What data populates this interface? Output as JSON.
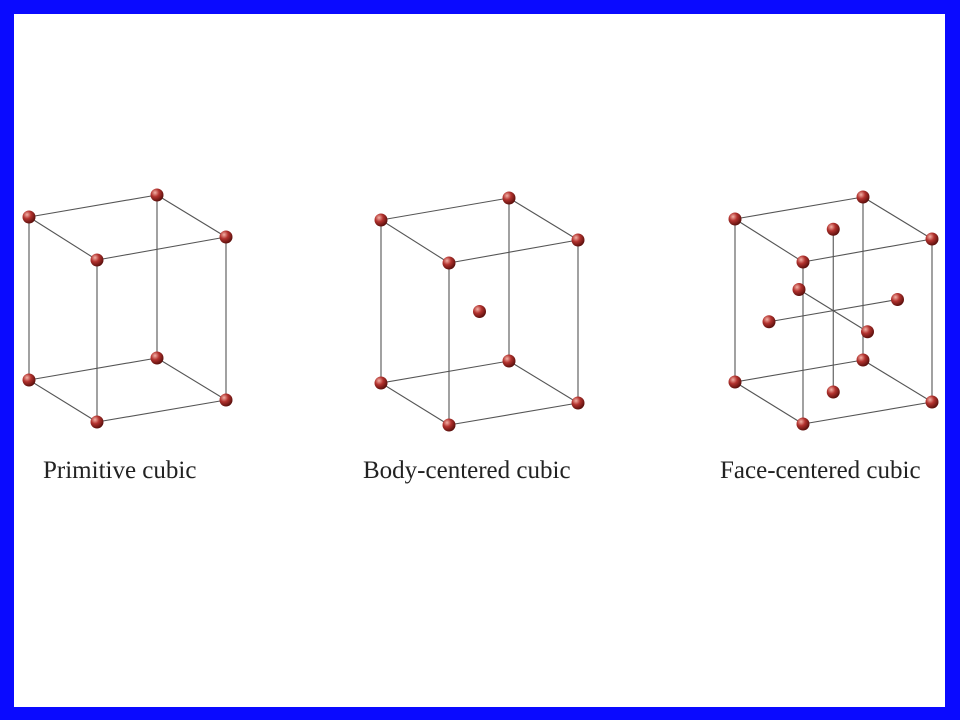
{
  "diagram": {
    "atom_color": "#b3322e",
    "atom_highlight": "#f3b1a6",
    "atom_shadow": "#5a0f0c",
    "edge_color": "#555555",
    "cells": [
      {
        "id": "primitive",
        "label": "Primitive cubic"
      },
      {
        "id": "body-centered",
        "label": "Body-centered cubic"
      },
      {
        "id": "face-centered",
        "label": "Face-centered cubic"
      }
    ]
  }
}
